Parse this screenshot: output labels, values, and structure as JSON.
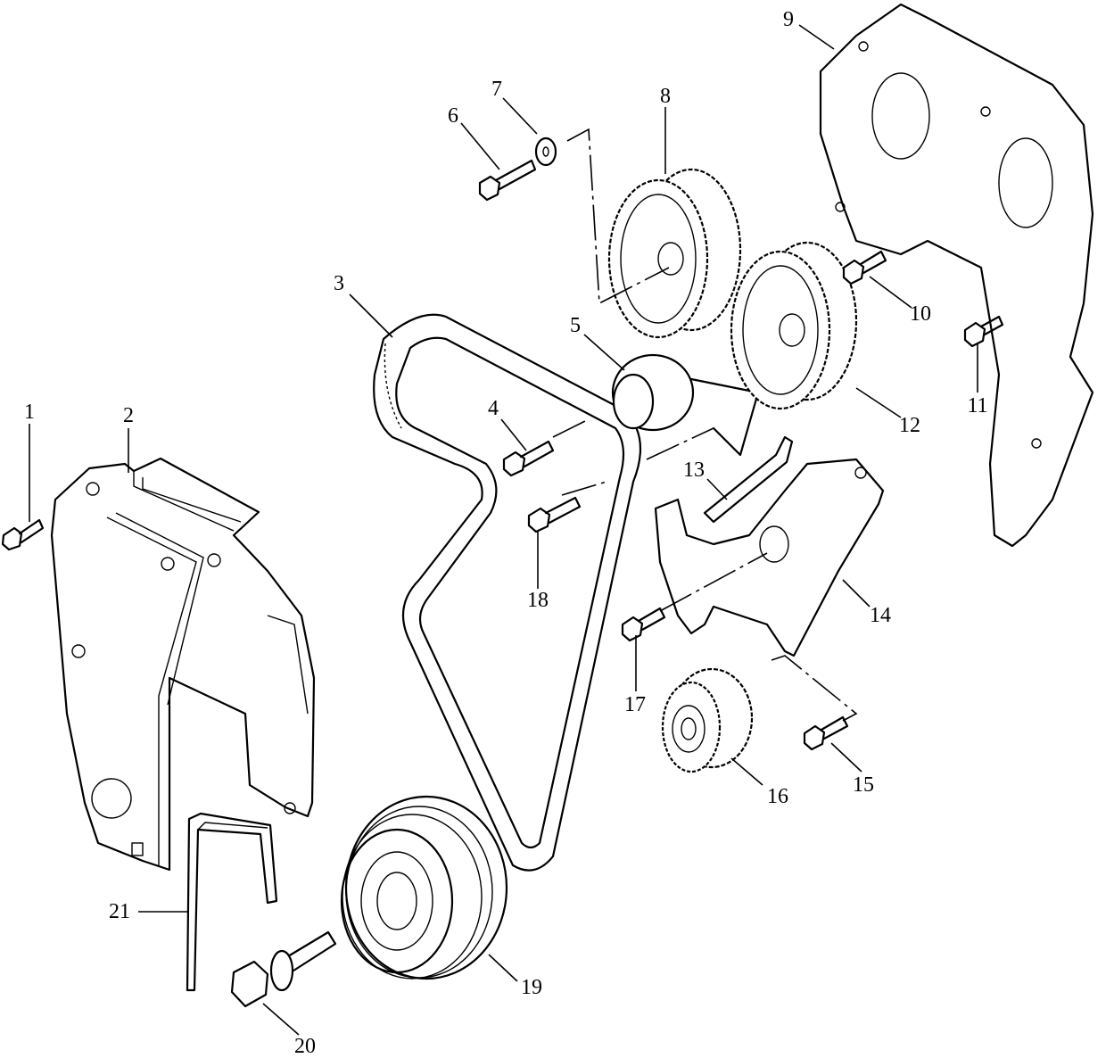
{
  "diagram": {
    "title": "",
    "type": "exploded-view",
    "subject": "timing belt assembly",
    "callouts": [
      {
        "id": "1",
        "text": "1",
        "part": "bolt"
      },
      {
        "id": "2",
        "text": "2",
        "part": "lower timing cover"
      },
      {
        "id": "3",
        "text": "3",
        "part": "timing belt"
      },
      {
        "id": "4",
        "text": "4",
        "part": "bolt"
      },
      {
        "id": "5",
        "text": "5",
        "part": "tensioner pulley"
      },
      {
        "id": "6",
        "text": "6",
        "part": "bolt"
      },
      {
        "id": "7",
        "text": "7",
        "part": "washer"
      },
      {
        "id": "8",
        "text": "8",
        "part": "camshaft sprocket"
      },
      {
        "id": "9",
        "text": "9",
        "part": "upper timing cover"
      },
      {
        "id": "10",
        "text": "10",
        "part": "bolt"
      },
      {
        "id": "11",
        "text": "11",
        "part": "bolt"
      },
      {
        "id": "12",
        "text": "12",
        "part": "camshaft sprocket"
      },
      {
        "id": "13",
        "text": "13",
        "part": "bracket"
      },
      {
        "id": "14",
        "text": "14",
        "part": "inner cover plate"
      },
      {
        "id": "15",
        "text": "15",
        "part": "bolt"
      },
      {
        "id": "16",
        "text": "16",
        "part": "crankshaft sprocket"
      },
      {
        "id": "17",
        "text": "17",
        "part": "bolt"
      },
      {
        "id": "18",
        "text": "18",
        "part": "bolt"
      },
      {
        "id": "19",
        "text": "19",
        "part": "crankshaft pulley"
      },
      {
        "id": "20",
        "text": "20",
        "part": "pulley bolt with washer"
      },
      {
        "id": "21",
        "text": "21",
        "part": "locking tool"
      }
    ]
  }
}
